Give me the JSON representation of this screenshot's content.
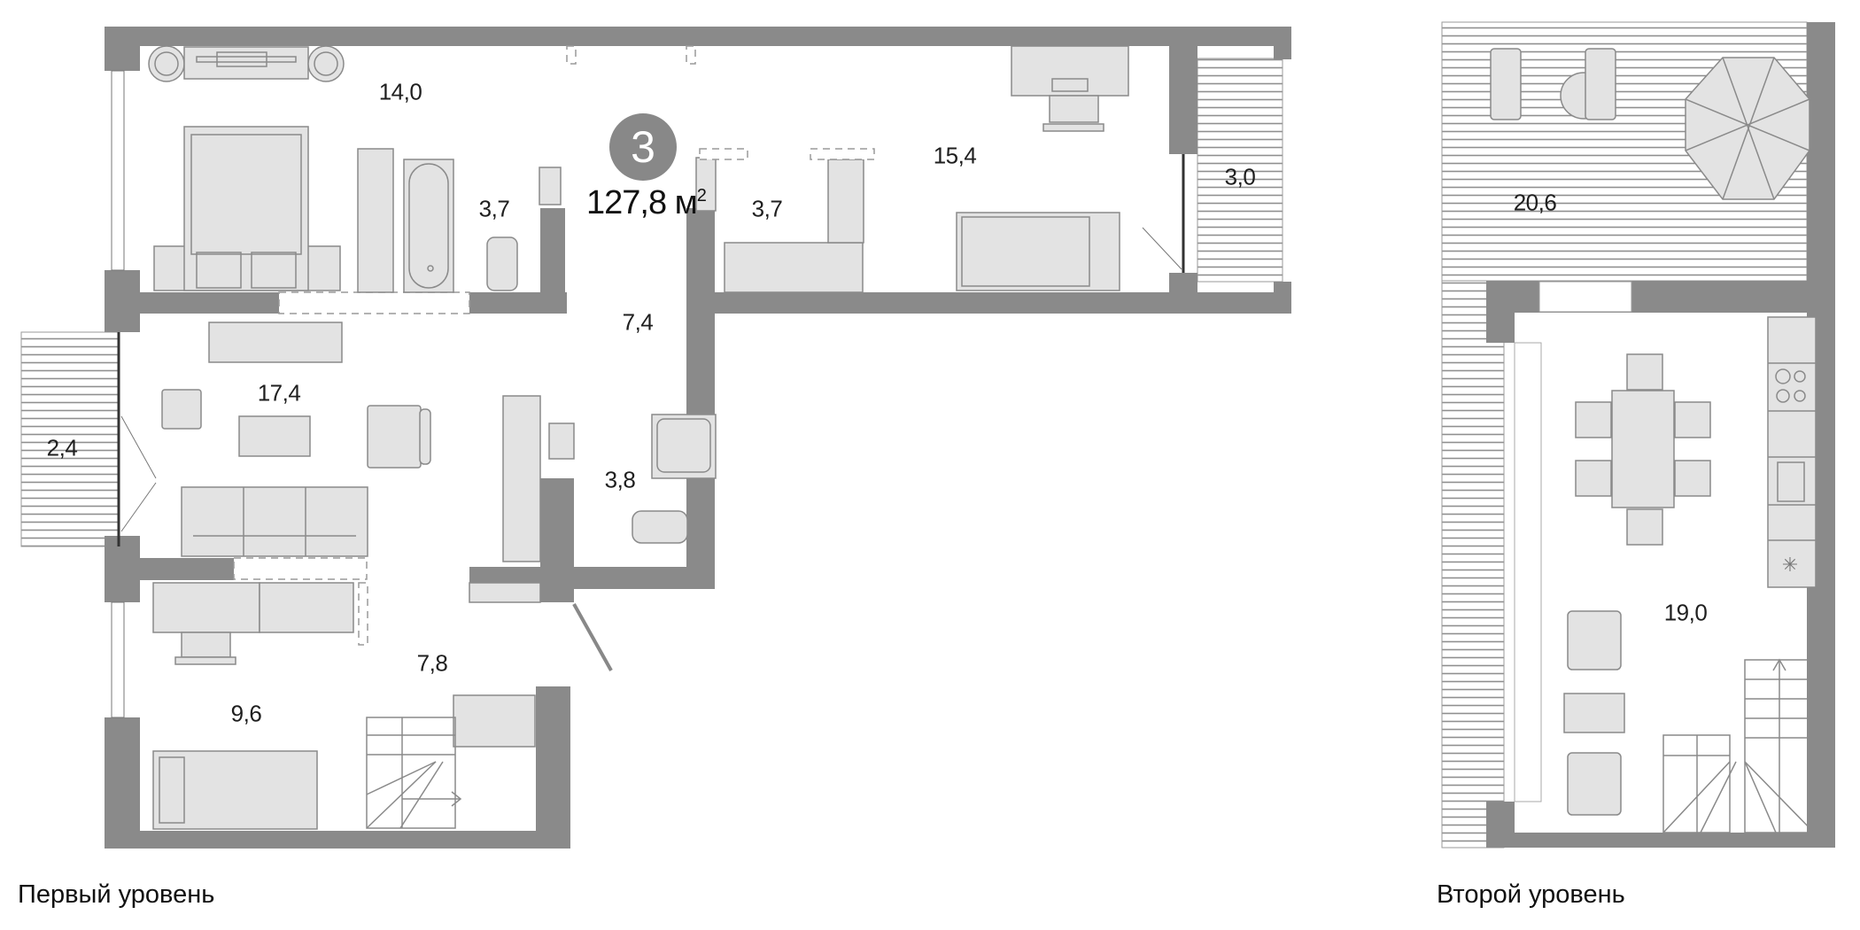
{
  "apartment": {
    "rooms_count": "3",
    "total_area": "127,8 м",
    "total_area_unit_sup": "2",
    "accent_color": "#888888"
  },
  "levels": [
    {
      "label": "Первый уровень",
      "rooms": [
        {
          "id": "bedroom-master",
          "area": "14,0"
        },
        {
          "id": "bathroom-1",
          "area": "3,7"
        },
        {
          "id": "wardrobe",
          "area": "3,7"
        },
        {
          "id": "bedroom-2",
          "area": "15,4"
        },
        {
          "id": "balcony-1",
          "area": "3,0"
        },
        {
          "id": "hallway",
          "area": "7,4"
        },
        {
          "id": "living-room",
          "area": "17,4"
        },
        {
          "id": "balcony-2",
          "area": "2,4"
        },
        {
          "id": "bathroom-2",
          "area": "3,8"
        },
        {
          "id": "corridor",
          "area": "7,8"
        },
        {
          "id": "bedroom-3",
          "area": "9,6"
        }
      ]
    },
    {
      "label": "Второй уровень",
      "rooms": [
        {
          "id": "terrace",
          "area": "20,6"
        },
        {
          "id": "kitchen-dining",
          "area": "19,0"
        }
      ]
    }
  ]
}
